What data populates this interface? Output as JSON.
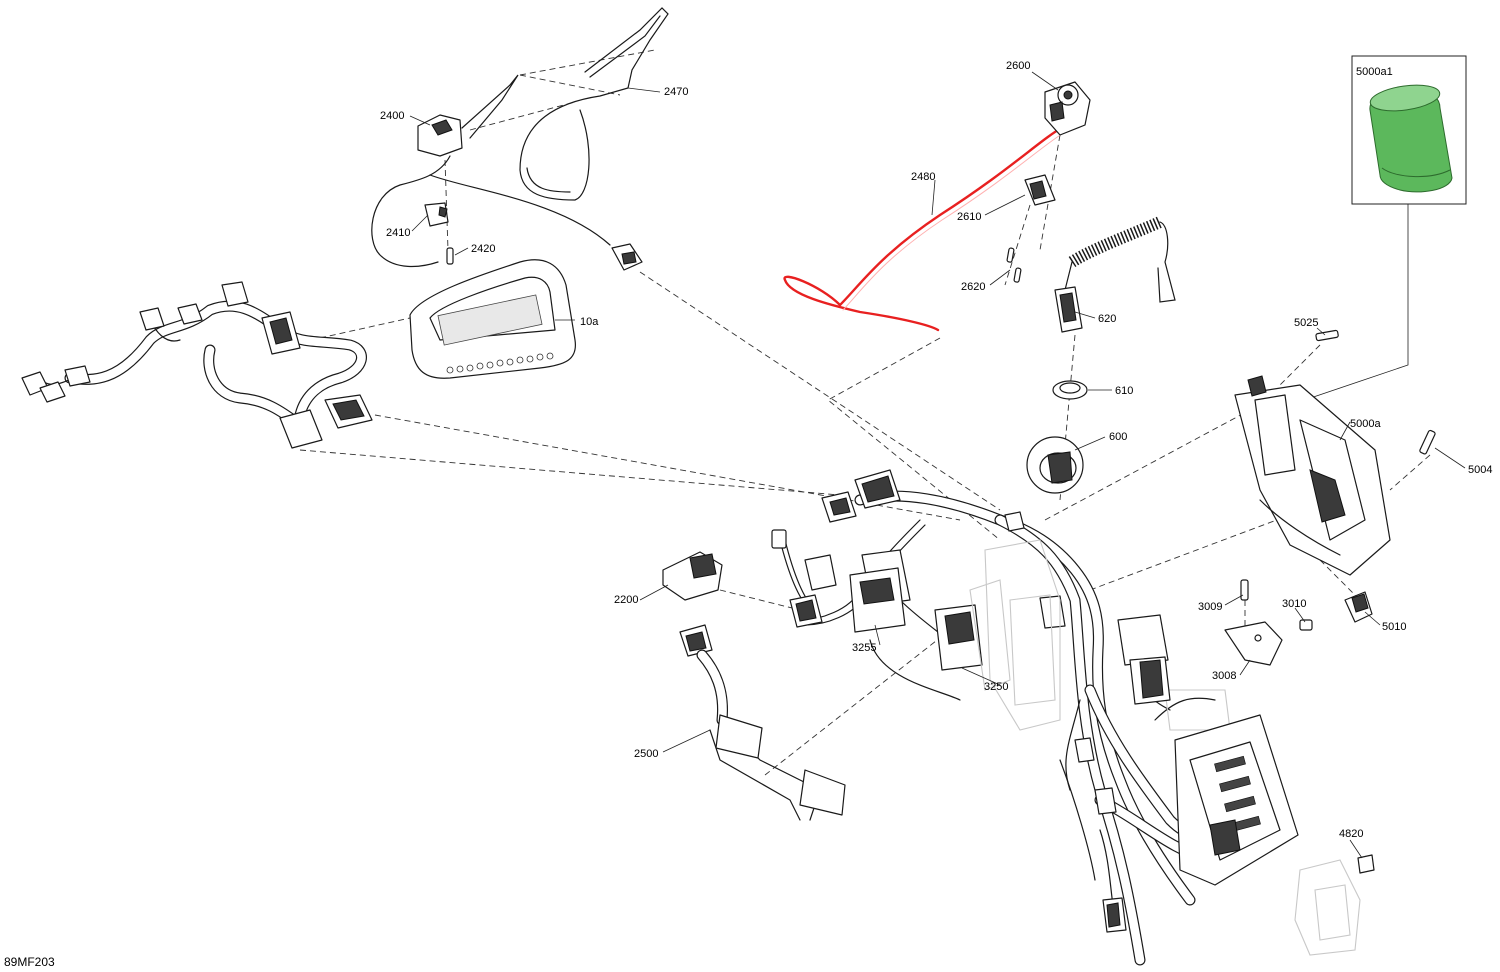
{
  "diagram_code": "89MF203",
  "highlight_colors": {
    "cable_2480": "#e82020",
    "kit_5000a1": "#5cb85c"
  },
  "callouts": [
    {
      "id": "2470",
      "text": "2470"
    },
    {
      "id": "2400",
      "text": "2400"
    },
    {
      "id": "2410",
      "text": "2410"
    },
    {
      "id": "2420",
      "text": "2420"
    },
    {
      "id": "10a",
      "text": "10a"
    },
    {
      "id": "2600",
      "text": "2600"
    },
    {
      "id": "2480",
      "text": "2480"
    },
    {
      "id": "2610",
      "text": "2610"
    },
    {
      "id": "2620",
      "text": "2620"
    },
    {
      "id": "620",
      "text": "620"
    },
    {
      "id": "610",
      "text": "610"
    },
    {
      "id": "600",
      "text": "600"
    },
    {
      "id": "5000a1",
      "text": "5000a1"
    },
    {
      "id": "5025",
      "text": "5025"
    },
    {
      "id": "5000a",
      "text": "5000a"
    },
    {
      "id": "5004",
      "text": "5004"
    },
    {
      "id": "5010",
      "text": "5010"
    },
    {
      "id": "3009",
      "text": "3009"
    },
    {
      "id": "3010",
      "text": "3010"
    },
    {
      "id": "3008",
      "text": "3008"
    },
    {
      "id": "2200",
      "text": "2200"
    },
    {
      "id": "3255",
      "text": "3255"
    },
    {
      "id": "3250",
      "text": "3250"
    },
    {
      "id": "2500",
      "text": "2500"
    },
    {
      "id": "4820",
      "text": "4820"
    }
  ]
}
